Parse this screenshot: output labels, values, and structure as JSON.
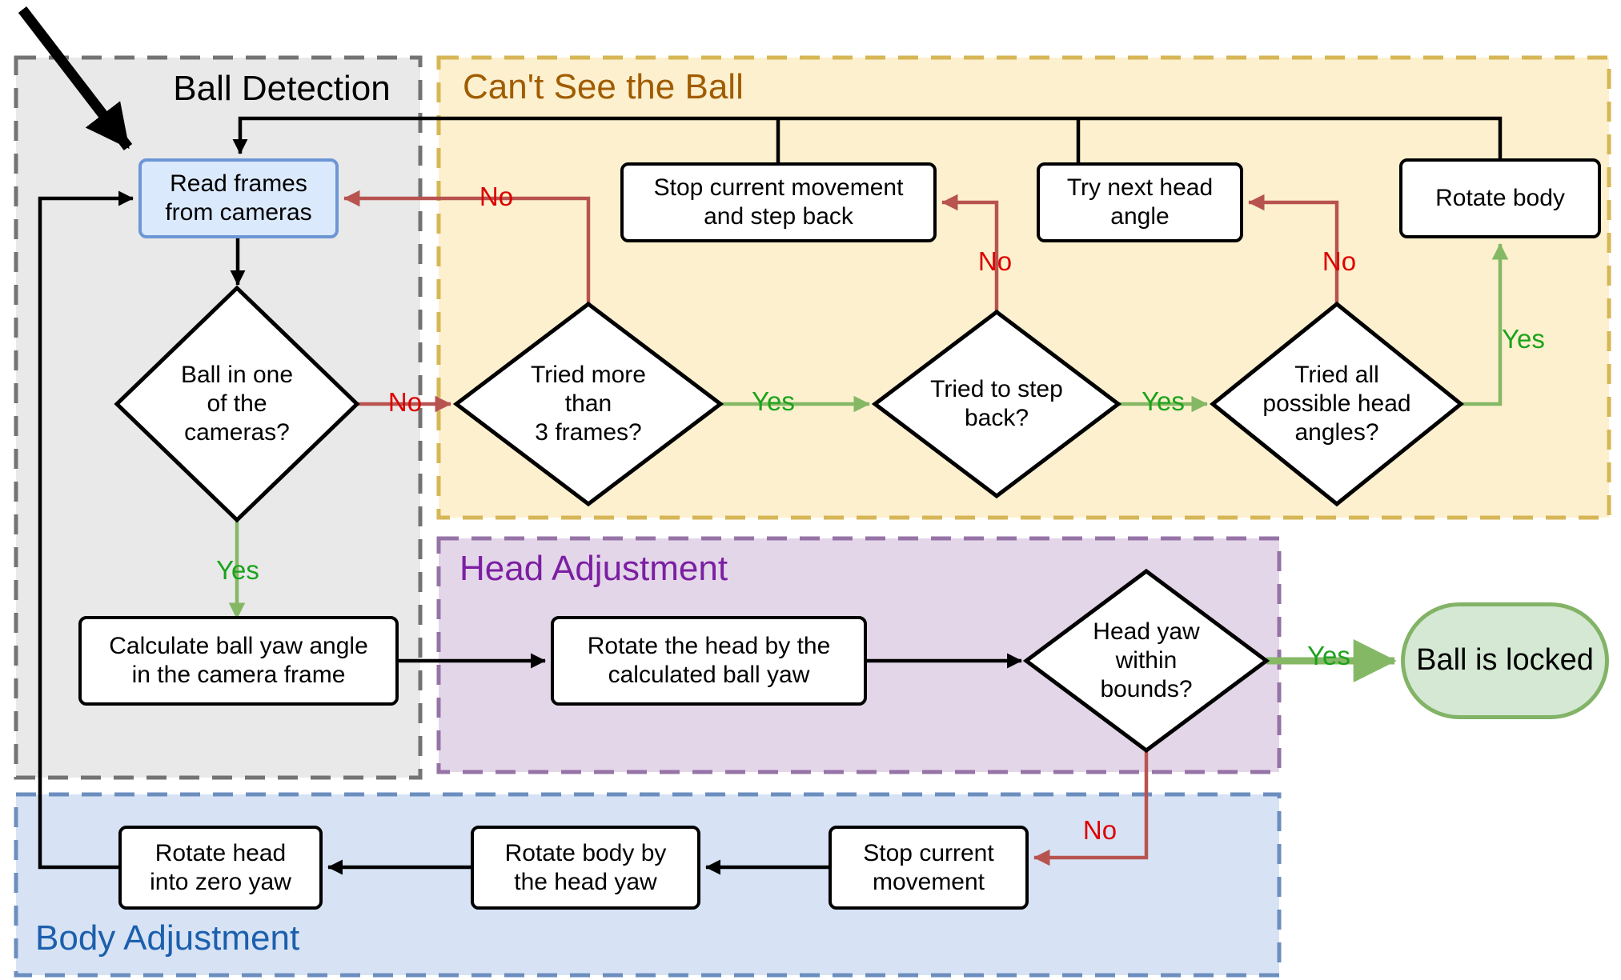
{
  "regions": {
    "ball_detection": {
      "title": "Ball Detection",
      "fill": "#e9e9e9",
      "border": "#737373",
      "title_color": "#000000"
    },
    "cant_see_ball": {
      "title": "Can't See the Ball",
      "fill": "#fdf0ce",
      "border": "#d6b656",
      "title_color": "#a05c00"
    },
    "head_adjustment": {
      "title": "Head Adjustment",
      "fill": "#e4d6e9",
      "border": "#9673a6",
      "title_color": "#7b1fa2"
    },
    "body_adjustment": {
      "title": "Body Adjustment",
      "fill": "#d7e3f4",
      "border": "#6c8ebf",
      "title_color": "#1c5fad"
    }
  },
  "nodes": {
    "read_frames": {
      "label": "Read frames\nfrom cameras",
      "type": "process-start"
    },
    "stop_and_step_back": {
      "label": "Stop current movement\nand step back",
      "type": "process"
    },
    "try_next_head_angle": {
      "label": "Try next head\nangle",
      "type": "process"
    },
    "rotate_body": {
      "label": "Rotate body",
      "type": "process"
    },
    "ball_in_cameras": {
      "label": "Ball in one\nof the\ncameras?",
      "type": "decision"
    },
    "tried_3_frames": {
      "label": "Tried more\nthan\n3 frames?",
      "type": "decision"
    },
    "tried_step_back": {
      "label": "Tried to step\nback?",
      "type": "decision"
    },
    "tried_all_angles": {
      "label": "Tried all\npossible head\nangles?",
      "type": "decision"
    },
    "calc_ball_yaw": {
      "label": "Calculate ball yaw angle\nin the camera frame",
      "type": "process"
    },
    "rotate_head_by_yaw": {
      "label": "Rotate the head by the\ncalculated ball yaw",
      "type": "process"
    },
    "head_yaw_bounds": {
      "label": "Head yaw\nwithin\nbounds?",
      "type": "decision"
    },
    "ball_locked": {
      "label": "Ball is locked",
      "type": "terminal"
    },
    "stop_current_movement": {
      "label": "Stop current\nmovement",
      "type": "process"
    },
    "rotate_body_by_head_yaw": {
      "label": "Rotate body by\nthe head yaw",
      "type": "process"
    },
    "rotate_head_zero_yaw": {
      "label": "Rotate head\ninto zero yaw",
      "type": "process"
    }
  },
  "labels": {
    "yes": "Yes",
    "no": "No"
  },
  "colors": {
    "yes_text": "#1ca21c",
    "no_text": "#dd0000",
    "arrow_green": "#85b865",
    "arrow_red": "#b85450",
    "arrow_black": "#000000",
    "start_node_fill": "#dbe9fd",
    "start_node_border": "#6d96d5",
    "terminal_fill": "#d5e8d4",
    "terminal_border": "#82b366"
  }
}
